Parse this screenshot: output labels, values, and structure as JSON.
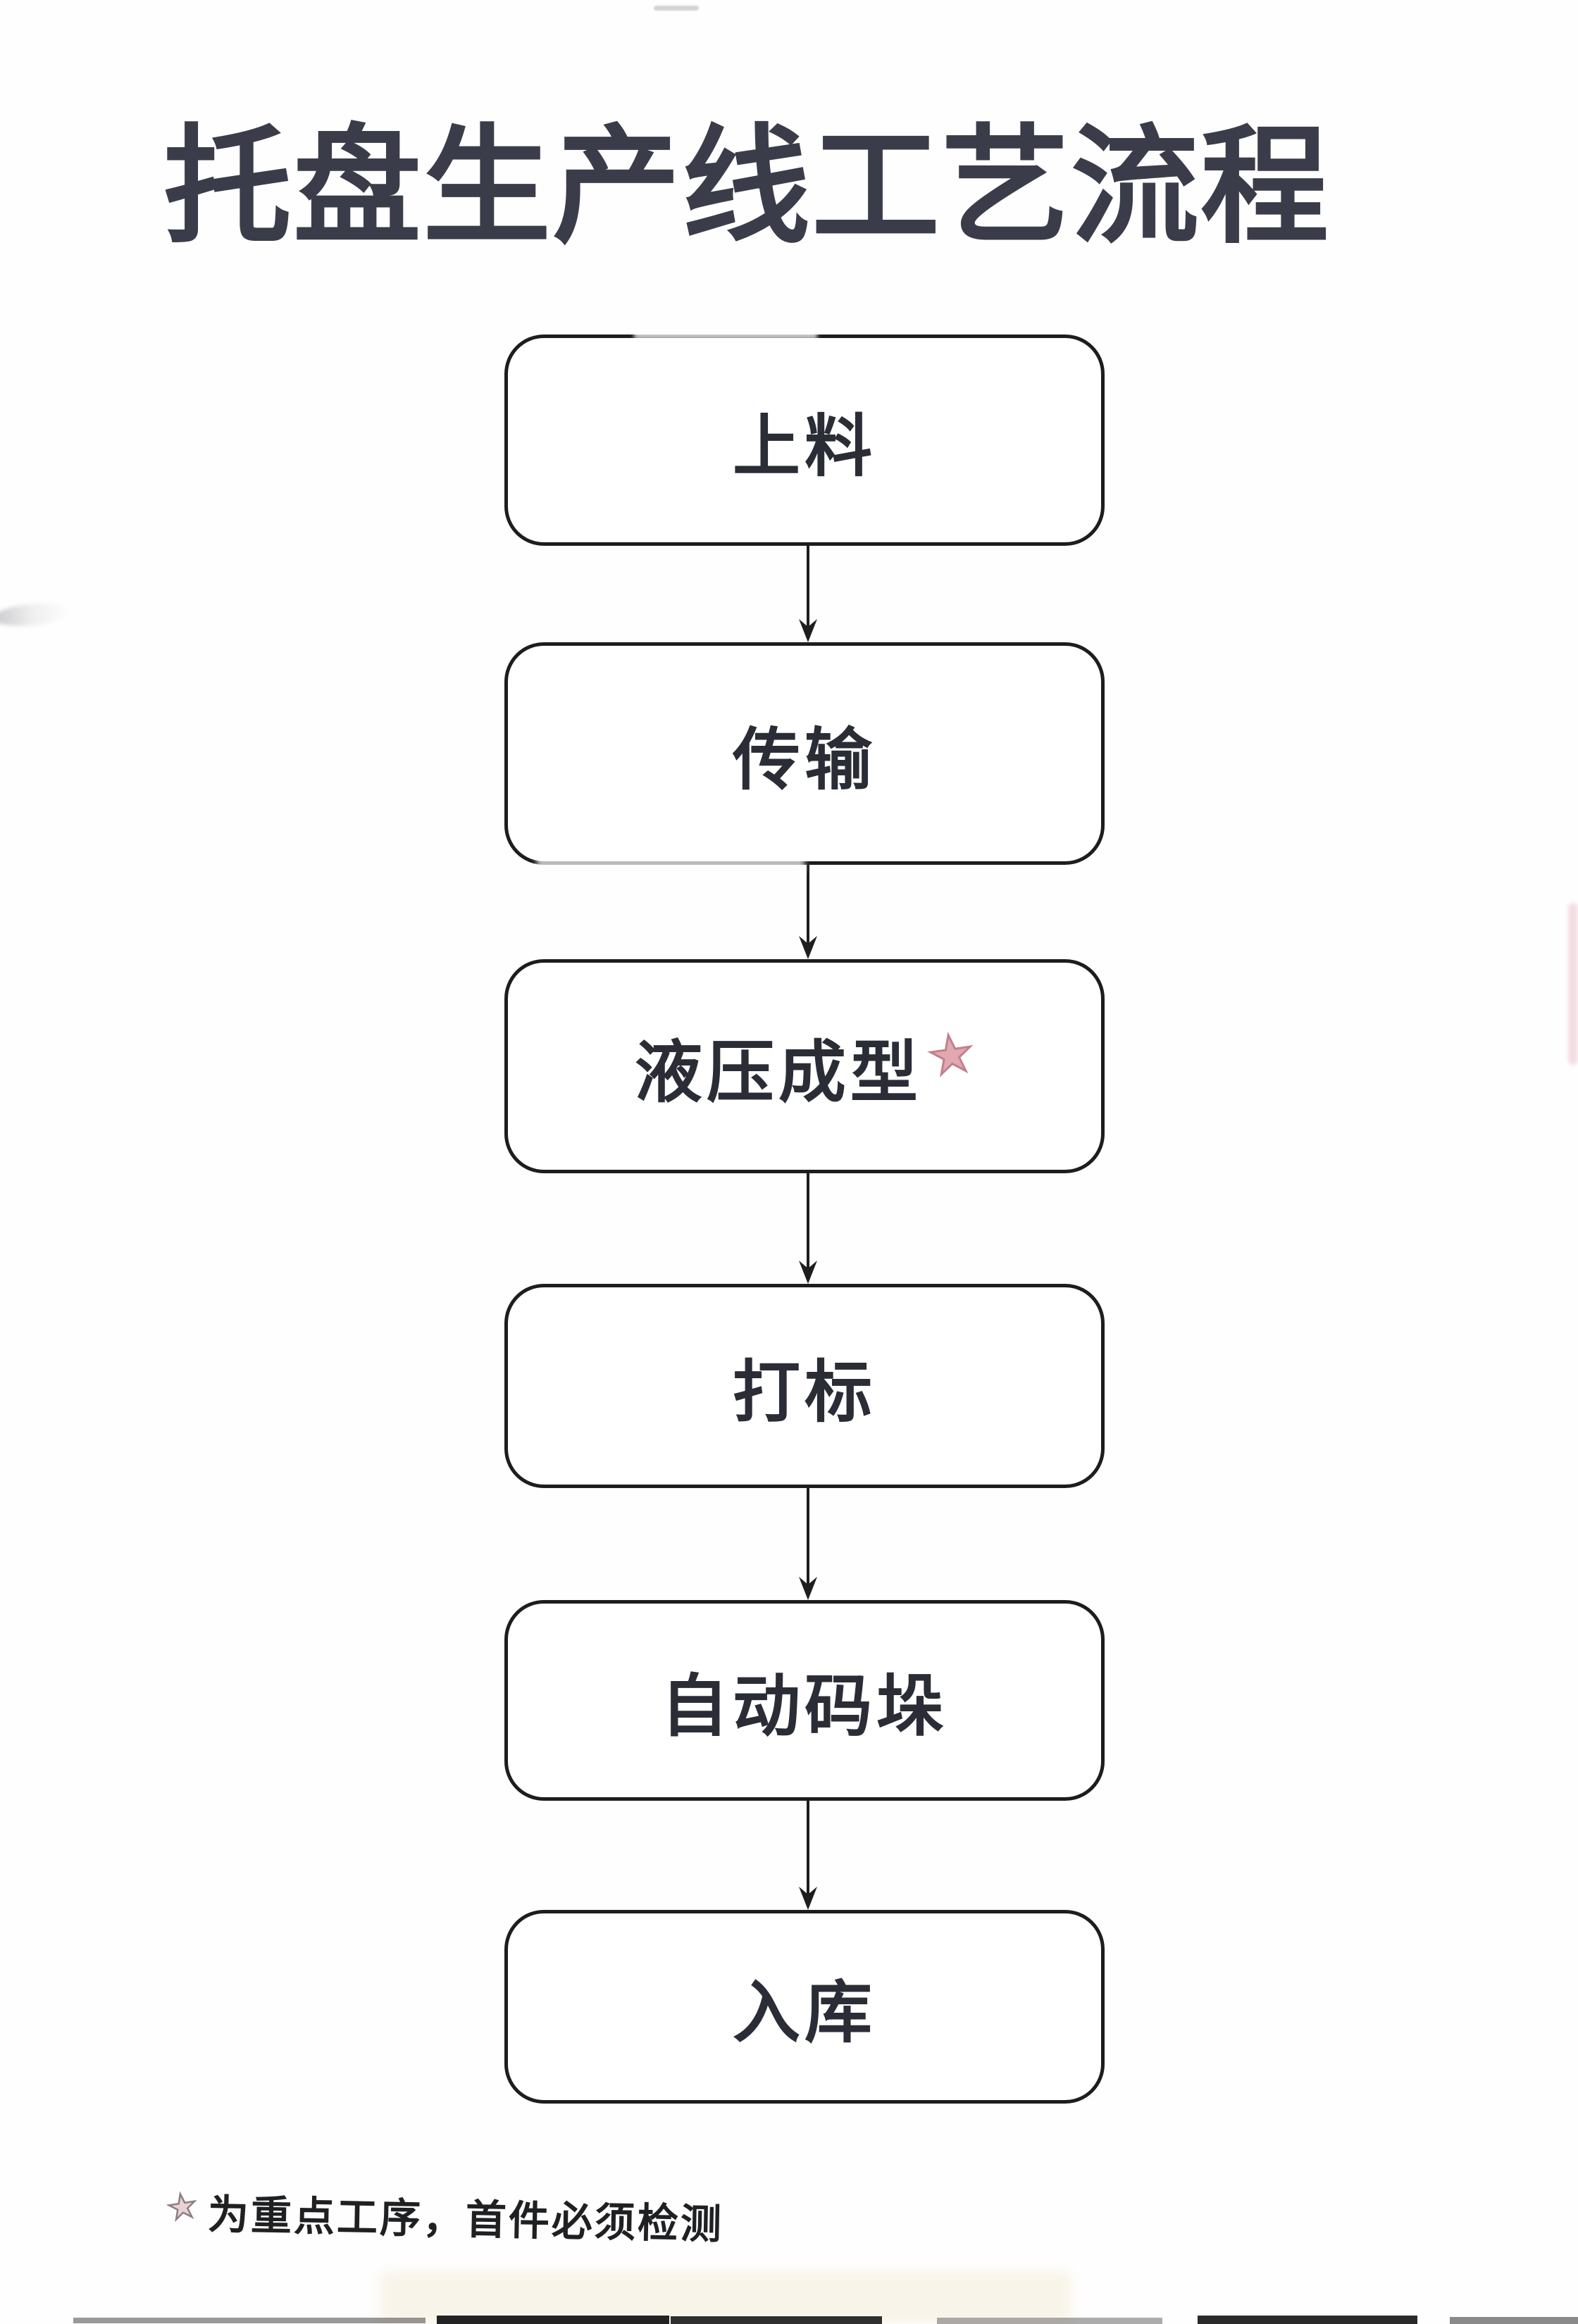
{
  "title": "托盘生产线工艺流程",
  "steps": [
    {
      "label": "上料"
    },
    {
      "label": "传输"
    },
    {
      "label": "液压成型",
      "marker": "★"
    },
    {
      "label": "打标"
    },
    {
      "label": "自动码垛"
    },
    {
      "label": "入库"
    }
  ],
  "footnote": {
    "marker": "★",
    "text": "为重点工序，首件必须检测"
  },
  "colors": {
    "title_ink": "#3a3d49",
    "label_ink": "#2b2d36",
    "box_border": "#1d1d1d",
    "star_fill": "#e2a8b2",
    "star_outline": "#c2808c"
  }
}
